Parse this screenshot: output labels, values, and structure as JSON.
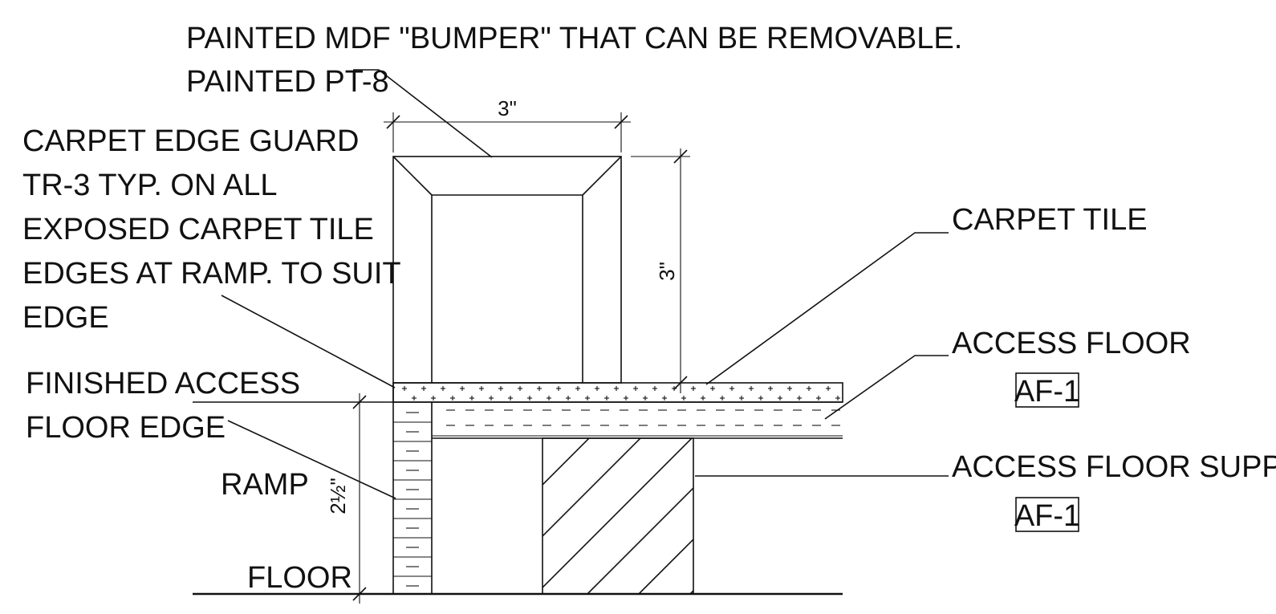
{
  "labels": {
    "bumper_line1": "PAINTED MDF \"BUMPER\" THAT CAN BE REMOVABLE.",
    "bumper_line2": "PAINTED PT-8",
    "edge_guard": [
      "CARPET EDGE GUARD",
      "TR-3 TYP. ON ALL",
      "EXPOSED CARPET TILE",
      "EDGES AT RAMP. TO SUIT",
      "EDGE"
    ],
    "carpet_tile": "CARPET TILE",
    "access_floor": "ACCESS FLOOR",
    "access_floor_tag": "AF-1",
    "finished_edge_line1": "FINISHED ACCESS",
    "finished_edge_line2": "FLOOR EDGE",
    "ramp": "RAMP",
    "floor": "FLOOR",
    "supports": "ACCESS FLOOR SUPPORTS",
    "supports_tag": "AF-1"
  },
  "dimensions": {
    "bumper_width": "3\"",
    "bumper_height": "3\"",
    "ramp_height": "2½\""
  },
  "colors": {
    "line": "#111111",
    "background": "#ffffff"
  }
}
